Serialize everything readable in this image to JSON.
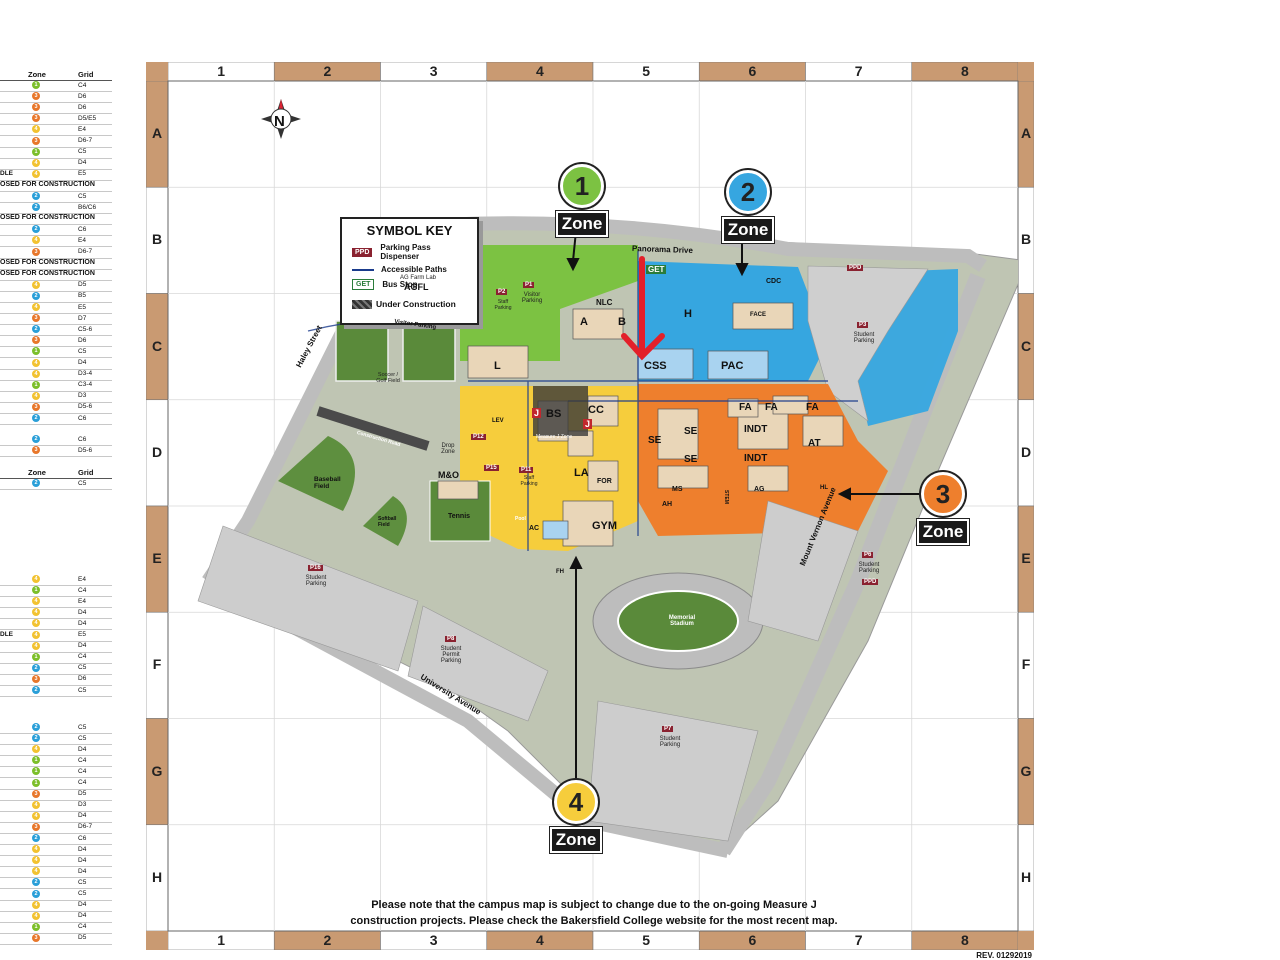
{
  "index": {
    "headers": {
      "zone": "Zone",
      "grid": "Grid"
    },
    "headers2": {
      "zone": "Zone",
      "grid": "Grid"
    },
    "colors": {
      "1": "#7cbf2a",
      "2": "#2a9fd8",
      "3": "#e8772b",
      "4": "#f2c230"
    },
    "rows": [
      {
        "label": "",
        "zone": "1",
        "grid": "C4"
      },
      {
        "label": "",
        "zone": "3",
        "grid": "D6"
      },
      {
        "label": "",
        "zone": "3",
        "grid": "D6"
      },
      {
        "label": "",
        "zone": "3",
        "grid": "D5/E5"
      },
      {
        "label": "",
        "zone": "4",
        "grid": "E4"
      },
      {
        "label": "",
        "zone": "3",
        "grid": "D6-7"
      },
      {
        "label": "",
        "zone": "1",
        "grid": "C5"
      },
      {
        "label": "",
        "zone": "4",
        "grid": "D4"
      },
      {
        "label": "DLE",
        "zone": "4",
        "grid": "E5"
      },
      {
        "label": "OSED FOR CONSTRUCTION",
        "zone": "",
        "grid": "",
        "banner": true
      },
      {
        "label": "",
        "zone": "2",
        "grid": "C5"
      },
      {
        "label": "",
        "zone": "2",
        "grid": "B6/C6"
      },
      {
        "label": "OSED FOR CONSTRUCTION",
        "zone": "",
        "grid": "",
        "banner": true
      },
      {
        "label": "",
        "zone": "2",
        "grid": "C6"
      },
      {
        "label": "",
        "zone": "4",
        "grid": "E4"
      },
      {
        "label": "",
        "zone": "3",
        "grid": "D6-7"
      },
      {
        "label": "OSED FOR CONSTRUCTION",
        "zone": "",
        "grid": "",
        "banner": true
      },
      {
        "label": "OSED FOR CONSTRUCTION",
        "zone": "",
        "grid": "",
        "banner": true
      },
      {
        "label": "",
        "zone": "4",
        "grid": "D5"
      },
      {
        "label": "",
        "zone": "2",
        "grid": "B5"
      },
      {
        "label": "",
        "zone": "4",
        "grid": "E5"
      },
      {
        "label": "",
        "zone": "3",
        "grid": "D7"
      },
      {
        "label": "",
        "zone": "2",
        "grid": "C5-6"
      },
      {
        "label": "",
        "zone": "3",
        "grid": "D6"
      },
      {
        "label": "",
        "zone": "1",
        "grid": "C5"
      },
      {
        "label": "",
        "zone": "4",
        "grid": "D4"
      },
      {
        "label": "",
        "zone": "4",
        "grid": "D3-4"
      },
      {
        "label": "",
        "zone": "1",
        "grid": "C3-4"
      },
      {
        "label": "",
        "zone": "4",
        "grid": "D3"
      },
      {
        "label": "",
        "zone": "3",
        "grid": "D5-6"
      },
      {
        "label": "",
        "zone": "2",
        "grid": "C6"
      }
    ],
    "rows2": [
      {
        "label": "",
        "zone": "2",
        "grid": "C6"
      },
      {
        "label": "",
        "zone": "3",
        "grid": "D5-6"
      }
    ],
    "rows3": [
      {
        "label": "",
        "zone": "2",
        "grid": "C5"
      }
    ],
    "rows4": [
      {
        "label": "",
        "zone": "4",
        "grid": "E4"
      },
      {
        "label": "",
        "zone": "1",
        "grid": "C4"
      },
      {
        "label": "",
        "zone": "4",
        "grid": "E4"
      },
      {
        "label": "",
        "zone": "4",
        "grid": "D4"
      },
      {
        "label": "",
        "zone": "4",
        "grid": "D4"
      },
      {
        "label": "DLE",
        "zone": "4",
        "grid": "E5"
      },
      {
        "label": "",
        "zone": "4",
        "grid": "D4"
      },
      {
        "label": "",
        "zone": "1",
        "grid": "C4"
      },
      {
        "label": "",
        "zone": "2",
        "grid": "C5"
      },
      {
        "label": "",
        "zone": "3",
        "grid": "D6"
      },
      {
        "label": "",
        "zone": "2",
        "grid": "C5"
      }
    ],
    "rows5": [
      {
        "label": "",
        "zone": "2",
        "grid": "C5"
      },
      {
        "label": "",
        "zone": "2",
        "grid": "C5"
      },
      {
        "label": "",
        "zone": "4",
        "grid": "D4"
      },
      {
        "label": "",
        "zone": "1",
        "grid": "C4"
      },
      {
        "label": "",
        "zone": "1",
        "grid": "C4"
      },
      {
        "label": "",
        "zone": "1",
        "grid": "C4"
      },
      {
        "label": "",
        "zone": "3",
        "grid": "D5"
      },
      {
        "label": "",
        "zone": "4",
        "grid": "D3"
      },
      {
        "label": "",
        "zone": "4",
        "grid": "D4"
      },
      {
        "label": "",
        "zone": "3",
        "grid": "D6-7"
      },
      {
        "label": "",
        "zone": "2",
        "grid": "C6"
      },
      {
        "label": "",
        "zone": "4",
        "grid": "D4"
      },
      {
        "label": "",
        "zone": "4",
        "grid": "D4"
      },
      {
        "label": "",
        "zone": "4",
        "grid": "D4"
      },
      {
        "label": "",
        "zone": "2",
        "grid": "C5"
      },
      {
        "label": "",
        "zone": "2",
        "grid": "C5"
      },
      {
        "label": "",
        "zone": "4",
        "grid": "D4"
      },
      {
        "label": "",
        "zone": "4",
        "grid": "D4"
      },
      {
        "label": "",
        "zone": "1",
        "grid": "C4"
      },
      {
        "label": "",
        "zone": "3",
        "grid": "D5"
      }
    ]
  },
  "grid": {
    "columns": [
      "1",
      "2",
      "3",
      "4",
      "5",
      "6",
      "7",
      "8"
    ],
    "rows": [
      "A",
      "B",
      "C",
      "D",
      "E",
      "F",
      "G",
      "H"
    ]
  },
  "compass": {
    "label": "N"
  },
  "symbol_key": {
    "title": "SYMBOL KEY",
    "ppd_badge": "PPD",
    "ppd": "Parking Pass Dispenser",
    "accessible": "Accessible Paths",
    "get_badge": "GET",
    "bus": "Bus Stop",
    "construction": "Under Construction"
  },
  "zones": [
    {
      "number": "1",
      "word": "Zone"
    },
    {
      "number": "2",
      "word": "Zone"
    },
    {
      "number": "3",
      "word": "Zone"
    },
    {
      "number": "4",
      "word": "Zone"
    }
  ],
  "streets": {
    "panorama": "Panorama Drive",
    "haley": "Haley Street",
    "mount_vernon": "Mount Vernon Avenue",
    "university": "University Avenue",
    "visitor_parking_rd": "Visitor Parking",
    "construction_road": "Construction Road"
  },
  "buildings": {
    "agfl": "AGFL",
    "agfl_sub": "AG Farm Lab",
    "nlc": "NLC",
    "a": "A",
    "b": "B",
    "h": "H",
    "cdc": "CDC",
    "face": "FACE",
    "l": "L",
    "css": "CSS",
    "pac": "PAC",
    "bs": "BS",
    "cc": "CC",
    "lev": "LEV",
    "la": "LA",
    "for": "FOR",
    "mo": "M&O",
    "gym": "GYM",
    "ac": "AC",
    "pool": "Pool",
    "fh": "FH",
    "se1": "SE",
    "se2": "SE",
    "se3": "SE",
    "indt1": "INDT",
    "indt2": "INDT",
    "fa1": "FA",
    "fa2": "FA",
    "fa3": "FA",
    "at": "AT",
    "ms": "MS",
    "ah": "AH",
    "ag": "AG",
    "stem": "STEM",
    "hl": "HL",
    "j1": "J",
    "j2": "J"
  },
  "areas": {
    "soccer": "Soccer / Golf Field",
    "baseball": "Baseball Field",
    "softball": "Softball Field",
    "tennis": "Tennis",
    "stadium": "Memorial Stadium",
    "drop_zone": "Drop Zone",
    "measure_j": "Measure J Zone"
  },
  "parking": {
    "p1": "P1",
    "p1_sub": "Visitor Parking",
    "p2": "P2",
    "p2_sub": "Staff Parking",
    "p3": "P3",
    "p3_sub": "Student Parking",
    "p6": "P6",
    "p6_sub": "Student Parking",
    "p7": "P7",
    "p7_sub": "Student Parking",
    "p8": "P8",
    "p8_sub": "Student Permit Parking",
    "p11": "P11",
    "p11_sub": "Staff Parking",
    "p12": "P12",
    "p15": "P15",
    "p16": "P16",
    "p16_sub": "Student Parking",
    "ppd": "PPD",
    "get": "GET"
  },
  "notice": {
    "line1": "Please note that the campus map is subject to change due to the on-going Measure J",
    "line2": "construction projects.  Please check the Bakersfield College website for the most recent map."
  },
  "revision": "REV. 01292019",
  "colors": {
    "zone1": "#7cc242",
    "zone2": "#36a6e0",
    "zone3": "#ee7f2d",
    "zone4": "#f6cd3c",
    "grass": "#c2c9b2",
    "road": "#c6c6c6",
    "frame_tan": "#c99a72",
    "frame_white": "#ffffff",
    "building": "#e9d6b8",
    "red_arrow": "#e3202a"
  }
}
